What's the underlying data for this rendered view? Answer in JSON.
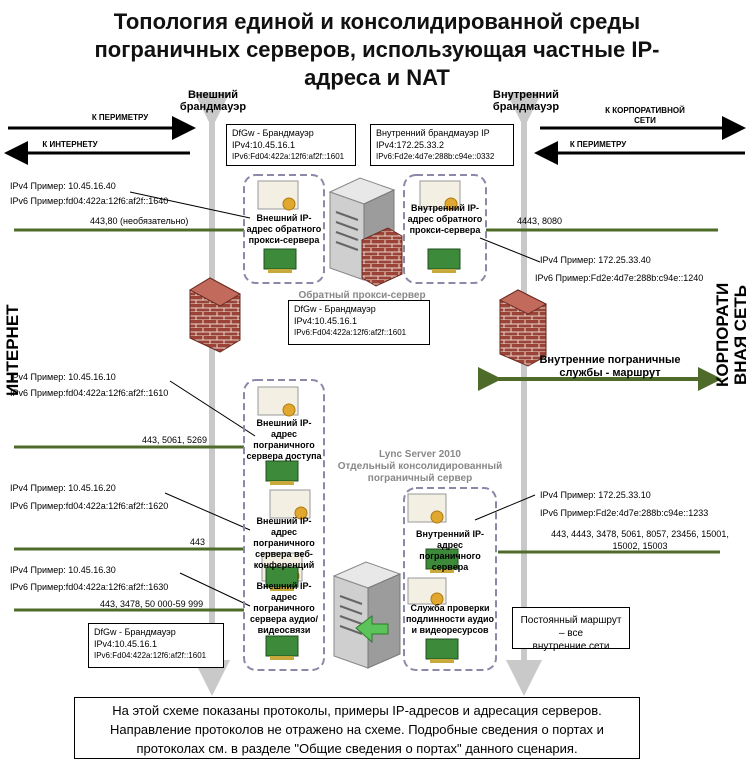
{
  "title": "Топология единой и консолидированной среды\nпограничных серверов, использующая частные IP-\nадреса и NAT",
  "left_side_label": "ИНТЕРНЕТ",
  "right_side_label": "КОРПОРАТИ\nВНАЯ СЕТЬ",
  "external_firewall": "Внешний\nбрандмауэр",
  "internal_firewall": "Внутренний\nбрандмауэр",
  "arrows": {
    "to_perimeter_left": "К ПЕРИМЕТРУ",
    "to_internet": "К ИНТЕРНЕТУ",
    "to_corporate": "К КОРПОРАТИВНОЙ\nСЕТИ",
    "to_perimeter_right": "К ПЕРИМЕТРУ"
  },
  "boxes": {
    "dfgw_top": {
      "l1": "DfGw - Брандмауэр",
      "l2": "IPv4:10.45.16.1",
      "l3": "IPv6:Fd04:422a:12f6:af2f::1601"
    },
    "internal_fw_ip": {
      "l1": "Внутренний брандмауэр IP",
      "l2": "IPv4:172.25.33.2",
      "l3": "IPv6:Fd2e:4d7e:288b:c94e::0332"
    },
    "dfgw_middle": {
      "l1": "DfGw - Брандмауэр",
      "l2": "IPv4:10.45.16.1",
      "l3": "IPv6:Fd04:422a:12f6:af2f::1601"
    },
    "dfgw_bottom": {
      "l1": "DfGw - Брандмауэр",
      "l2": "IPv4:10.45.16.1",
      "l3": "IPv6:Fd04:422a:12f6:af2f::1601"
    }
  },
  "reverse_proxy": {
    "ext_ipv4": "IPv4 Пример: 10.45.16.40",
    "ext_ipv6": "IPv6 Пример:fd04:422a:12f6:af2f::1640",
    "ext_ports": "443,80 (необязательно)",
    "ext_title": "Внешний IP-\nадрес обратного\nпрокси-сервера",
    "int_title": "Внутренний IP-\nадрес обратного\nпрокси-сервера",
    "int_ports": "4443, 8080",
    "int_ipv4": "IPv4 Пример: 172.25.33.40",
    "int_ipv6": "IPv6 Пример:Fd2e:4d7e:288b:c94e::1240",
    "label": "Обратный прокси-сервер"
  },
  "edge": {
    "access_ipv4": "IPv4 Пример: 10.45.16.10",
    "access_ipv6": "IPv6 Пример:fd04:422a:12f6:af2f::1610",
    "access_ports": "443, 5061, 5269",
    "access_title": "Внешний IP-\nадрес\nпограничного\nсервера доступа",
    "web_ipv4": "IPv4 Пример: 10.45.16.20",
    "web_ipv6": "IPv6 Пример:fd04:422a:12f6:af2f::1620",
    "web_ports": "443",
    "web_title": "Внешний IP-\nадрес\nпограничного\nсервера веб-\nконференций",
    "av_ipv4": "IPv4 Пример: 10.45.16.30",
    "av_ipv6": "IPv6 Пример:fd04:422a:12f6:af2f::1630",
    "av_ports": "443, 3478, 50 000-59 999",
    "av_title": "Внешний IP-\nадрес\nпограничного\nсервера аудио/\nвидеосвязи",
    "lync_label": "Lync Server 2010\nОтдельный консолидированный\nпограничный сервер",
    "int_title": "Внутренний IP-\nадрес\nпограничного\nсервера",
    "auth_title": "Служба проверки\nподлинности аудио\nи видеоресурсов",
    "int_ipv4": "IPv4 Пример: 172.25.33.10",
    "int_ipv6": "IPv6 Пример:Fd2e:4d7e:288b:c94e::1233",
    "int_ports": "443, 4443, 3478, 5061, 8057, 23456, 15001,\n15002, 15003"
  },
  "internal_route": "Внутренние пограничные\nслужбы - маршрут",
  "persistent_route": "Постоянный маршрут – все\nвнутренние сети",
  "note": "На этой схеме показаны протоколы, примеры IP-адресов и адресация серверов.\nНаправление протоколов не отражено на схеме. Подробные сведения о портах и\nпротоколах см. в разделе \"Общие сведения о портах\" данного сценария.",
  "colors": {
    "green_line": "#4e6b2a",
    "fw_line": "#c9c9c9",
    "brick": "#a0463a",
    "nic": "#3d8a3a"
  }
}
